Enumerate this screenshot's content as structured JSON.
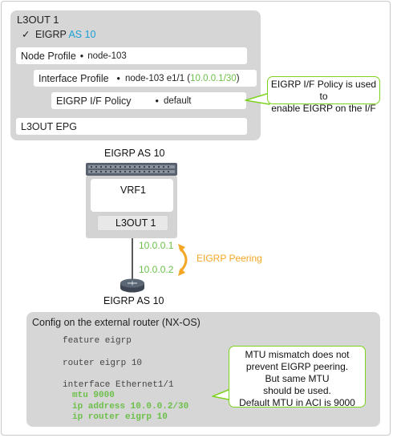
{
  "l3out": {
    "title": "L3OUT 1",
    "check_symbol": "✓",
    "eigrp_prefix": "EIGRP",
    "eigrp_as": "AS 10",
    "node_profile_label": "Node Profile",
    "node_profile_value": "node-103",
    "interface_profile_label": "Interface Profile",
    "interface_profile_value_prefix": "node-103 e1/1 (",
    "interface_profile_ip": "10.0.0.1/30",
    "interface_profile_value_suffix": ")",
    "if_policy_label": "EIGRP I/F Policy",
    "if_policy_value": "default",
    "epg_label": "L3OUT EPG",
    "bullet": "•"
  },
  "callout_if_policy": {
    "line1": "EIGRP I/F Policy is used to",
    "line2": "enable EIGRP on the I/F"
  },
  "topology": {
    "top_label": "EIGRP AS 10",
    "vrf_label": "VRF1",
    "l3out_label": "L3OUT 1",
    "ip_aci": "10.0.0.1",
    "ip_router": "10.0.0.2",
    "peering_label": "EIGRP Peering",
    "bottom_label": "EIGRP AS 10",
    "colors": {
      "green": "#6cc04a",
      "orange": "#f5a623",
      "cyan": "#1ba0d7"
    }
  },
  "config": {
    "title": "Config on the external router (NX-OS)",
    "line1": "feature eigrp",
    "line2": "router eigrp 10",
    "line3": "interface Ethernet1/1",
    "line4": "mtu 9000",
    "line5": "ip address 10.0.0.2/30",
    "line6": "ip router eigrp 10"
  },
  "callout_mtu": {
    "line1": "MTU mismatch does not",
    "line2": "prevent EIGRP peering.",
    "line3": "But same MTU",
    "line4": "should be used.",
    "line5": "Default MTU in ACI is 9000"
  }
}
